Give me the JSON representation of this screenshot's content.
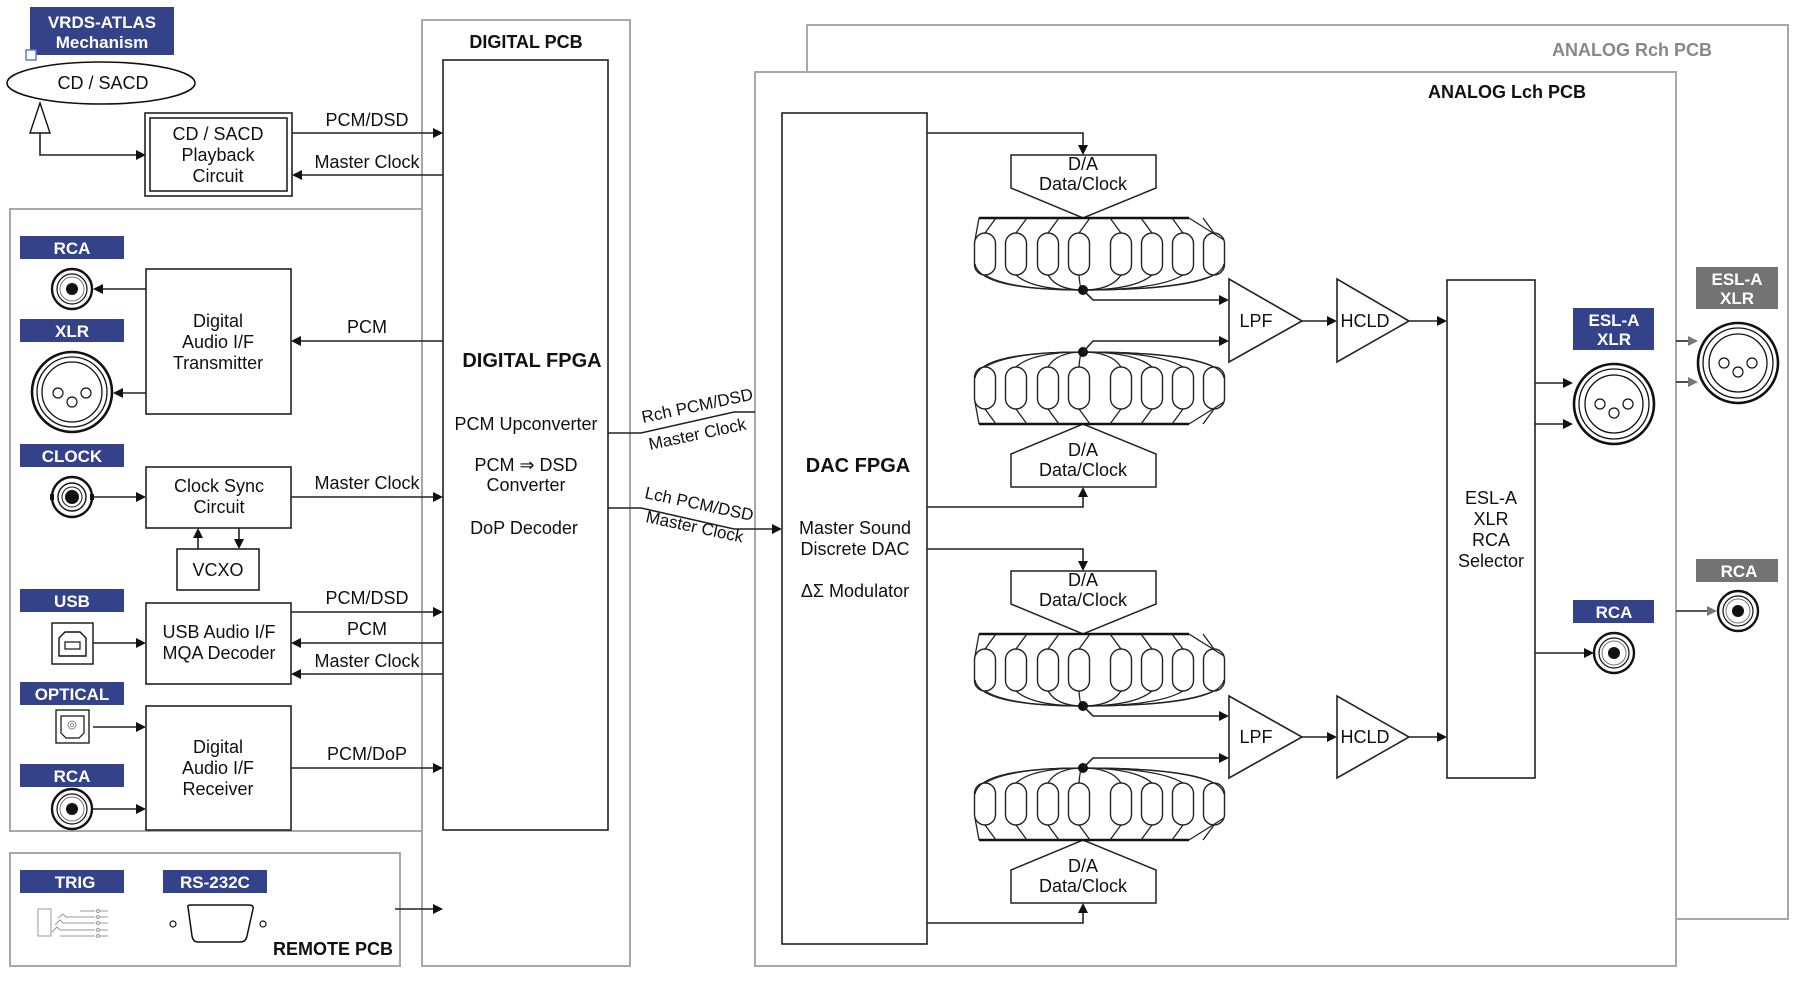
{
  "colors": {
    "label_blue": "#34428a",
    "label_grey": "#737373",
    "pcb_border": "#a8a8a8"
  },
  "mechanism": {
    "title_line1": "VRDS-ATLAS",
    "title_line2": "Mechanism",
    "disc": "CD / SACD",
    "playback": [
      "CD / SACD",
      "Playback",
      "Circuit"
    ],
    "sig_out": "PCM/DSD",
    "sig_in": "Master Clock"
  },
  "digital_pcb": {
    "title": "DIGITAL PCB",
    "fpga_title": "DIGITAL FPGA",
    "fpga_functions": [
      "PCM Upconverter",
      "PCM ⇒ DSD",
      "Converter",
      "DoP Decoder"
    ]
  },
  "inputs": {
    "rca_out_label": "RCA",
    "xlr_out_label": "XLR",
    "transmitter": [
      "Digital",
      "Audio I/F",
      "Transmitter"
    ],
    "transmitter_sig": "PCM",
    "clock_label": "CLOCK",
    "clock_sync": [
      "Clock Sync",
      "Circuit"
    ],
    "clock_sig": "Master Clock",
    "vcxo": "VCXO",
    "usb_label": "USB",
    "usb_block": [
      "USB Audio I/F",
      "MQA Decoder"
    ],
    "usb_sigs": [
      "PCM/DSD",
      "PCM",
      "Master Clock"
    ],
    "optical_label": "OPTICAL",
    "rca_in_label": "RCA",
    "receiver": [
      "Digital",
      "Audio I/F",
      "Receiver"
    ],
    "receiver_sig": "PCM/DoP"
  },
  "remote_pcb": {
    "title": "REMOTE PCB",
    "trig_label": "TRIG",
    "rs232_label": "RS-232C"
  },
  "links": {
    "rch_top": "Rch PCM/DSD",
    "rch_bottom": "Master Clock",
    "lch_top": "Lch PCM/DSD",
    "lch_bottom": "Master Clock"
  },
  "analog": {
    "rch_title": "ANALOG Rch PCB",
    "lch_title": "ANALOG Lch PCB",
    "dac_title": "DAC FPGA",
    "dac_functions": [
      "Master Sound",
      "Discrete DAC",
      "ΔΣ Modulator"
    ],
    "da_line1": "D/A",
    "da_line2": "Data/Clock",
    "lpf": "LPF",
    "hcld": "HCLD",
    "selector": [
      "ESL-A",
      "XLR",
      "RCA",
      "Selector"
    ],
    "xlr_label": [
      "ESL-A",
      "XLR"
    ],
    "rca_label": "RCA",
    "rch_xlr_label": [
      "ESL-A",
      "XLR"
    ],
    "rch_rca_label": "RCA"
  }
}
